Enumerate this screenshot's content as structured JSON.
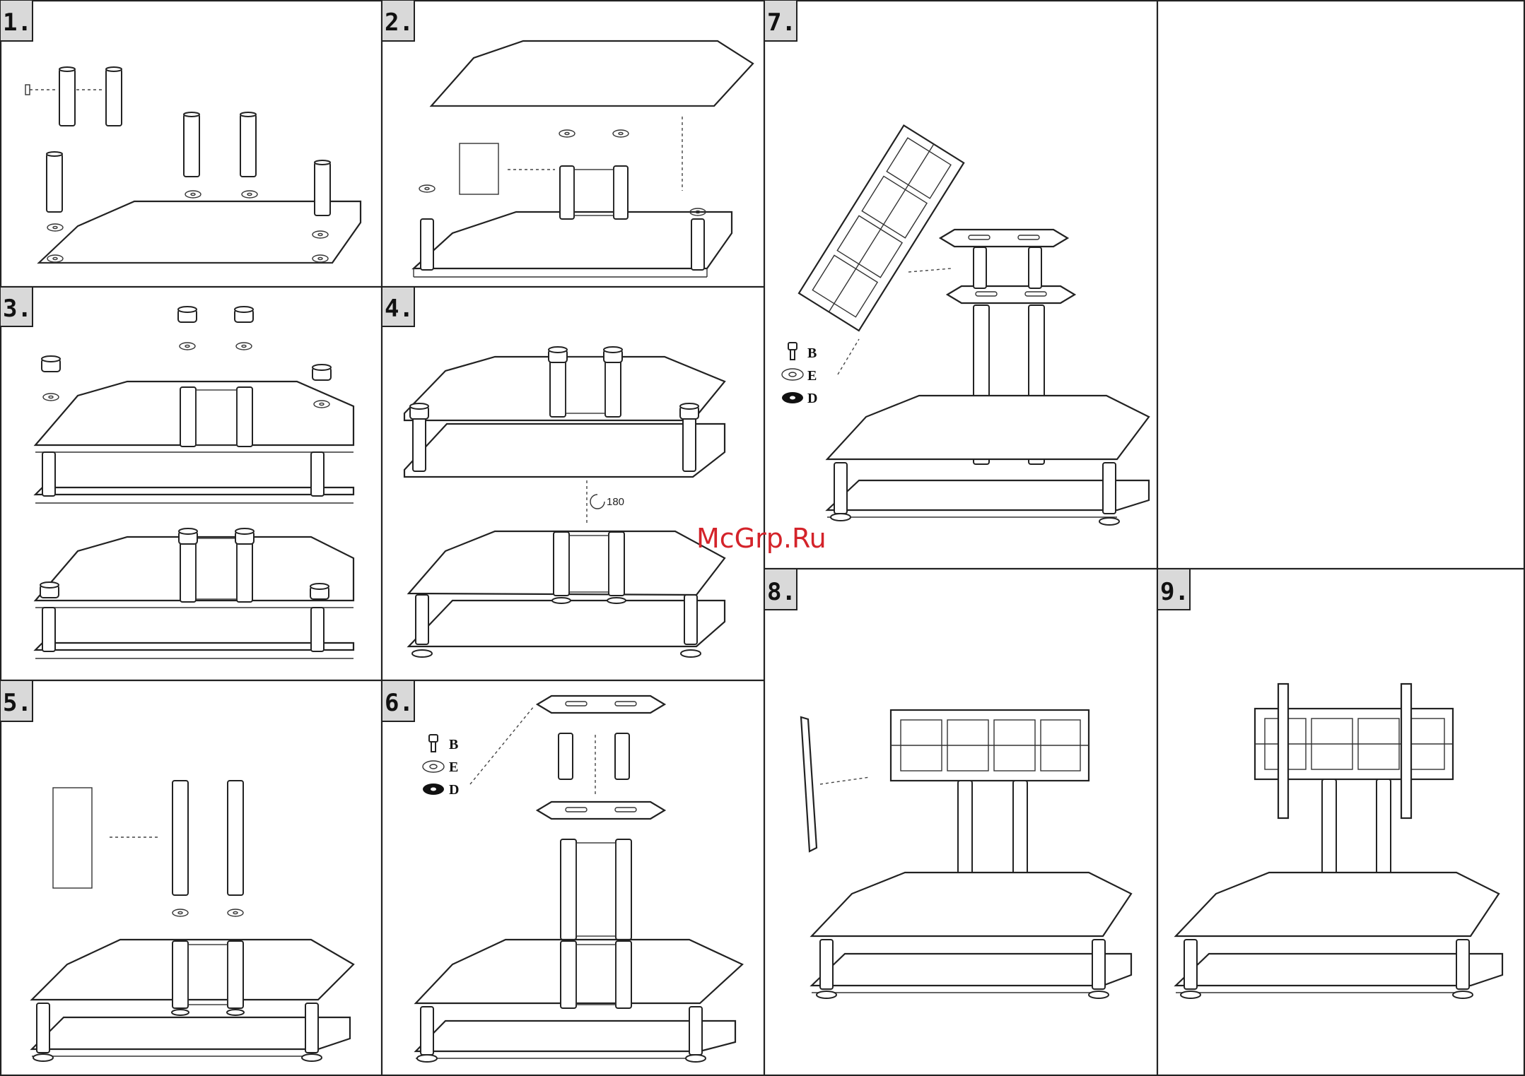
{
  "steps": [
    {
      "label": "1."
    },
    {
      "label": "2."
    },
    {
      "label": "3."
    },
    {
      "label": "4."
    },
    {
      "label": "5."
    },
    {
      "label": "6."
    },
    {
      "label": "7."
    },
    {
      "label": "8."
    },
    {
      "label": "9."
    }
  ],
  "step4": {
    "rotation_label": "180"
  },
  "legend_step6": {
    "b": "B",
    "e": "E",
    "d": "D"
  },
  "legend_step7": {
    "b": "B",
    "e": "E",
    "d": "D"
  },
  "watermark": "McGrp.Ru",
  "colors": {
    "lines": "#222222",
    "label_bg": "#d9d9d9",
    "watermark": "#d4232a"
  }
}
